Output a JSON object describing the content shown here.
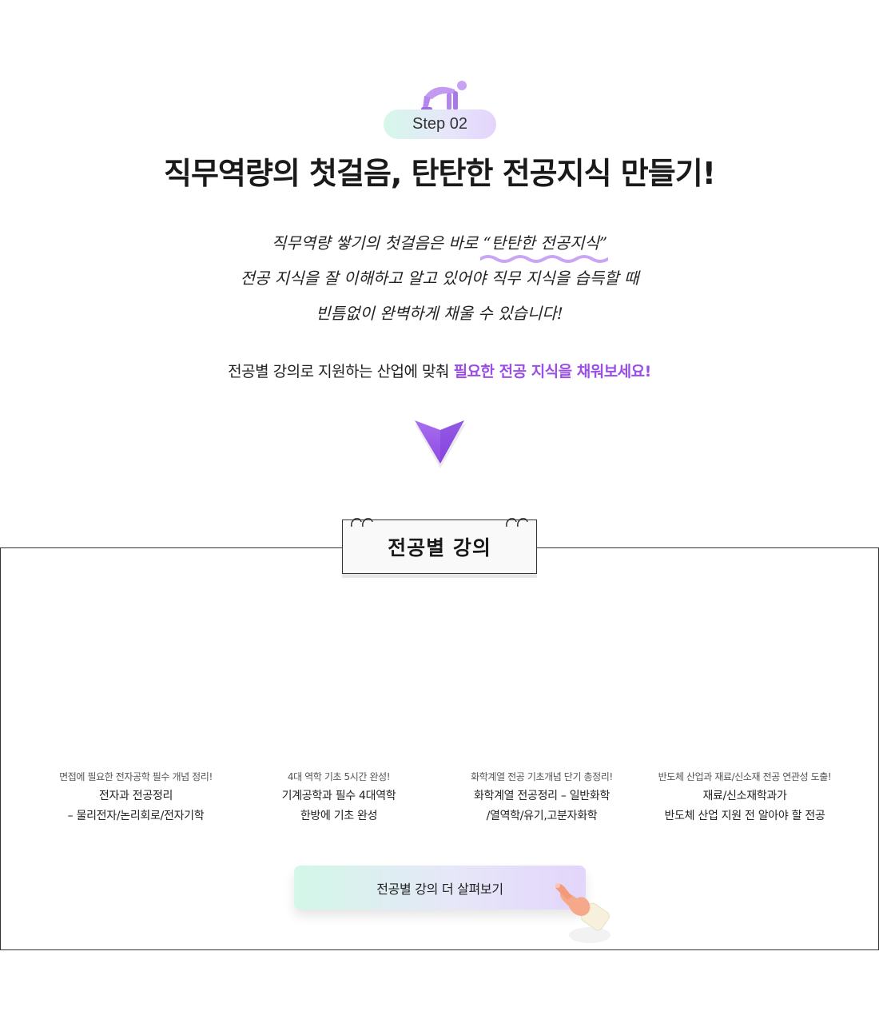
{
  "step": {
    "badge": "Step 02"
  },
  "headline": "직무역량의 첫걸음, 탄탄한 전공지식 만들기!",
  "handwritten": {
    "line1_before": "직무역량 쌓기의 첫걸음은 바로 ",
    "line1_accent": "“탄탄한 전공지식”",
    "line2": "전공 지식을 잘 이해하고 알고 있어야 직무 지식을 습득할 때",
    "line3": "빈틈없이 완벽하게 채울 수 있습니다!"
  },
  "subline": {
    "before": "전공별 강의로 지원하는 산업에 맞춰 ",
    "accent": "필요한 전공 지식을 채워보세요!"
  },
  "section": {
    "tab_label": "전공별 강의"
  },
  "courses": [
    {
      "subtitle": "면접에 필요한 전자공학 필수 개념 정리!",
      "title_line1": "전자과 전공정리",
      "title_line2": "– 물리전자/논리회로/전자기학"
    },
    {
      "subtitle": "4대 역학 기초 5시간 완성!",
      "title_line1": "기계공학과 필수 4대역학",
      "title_line2": "한방에 기초 완성"
    },
    {
      "subtitle": "화학계열 전공 기초개념 단기 총정리!",
      "title_line1": "화학계열 전공정리 – 일반화학",
      "title_line2": "/열역학/유기,고분자화학"
    },
    {
      "subtitle": "반도체 산업과 재료/신소재 전공 연관성 도출!",
      "title_line1": "재료/신소재학과가",
      "title_line2": "반도체 산업 지원 전 알아야 할 전공"
    }
  ],
  "more_button": {
    "label": "전공별 강의 더 살펴보기"
  },
  "colors": {
    "accent_purple": "#9a4ee6",
    "badge_gradient_start": "#d6f8e9",
    "badge_gradient_end": "#e3d4fb",
    "text_dark": "#1a1a1a",
    "border": "#333333"
  },
  "icons": {
    "runner": "crouching-runner-icon",
    "arrow": "down-arrow-icon",
    "ring": "binder-ring-icon",
    "hand": "pointing-hand-icon"
  }
}
